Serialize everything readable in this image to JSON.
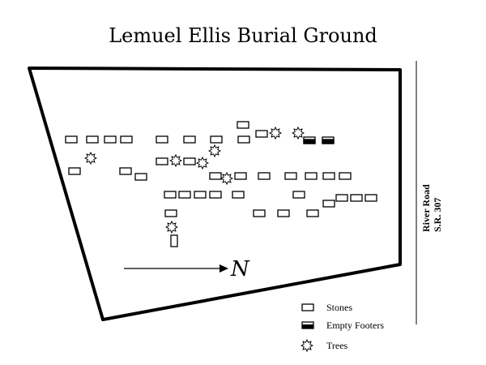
{
  "title": "Lemuel Ellis Burial Ground",
  "road": {
    "line1": "River Road",
    "line2": "S.R. 307"
  },
  "north_label": "N",
  "legend": [
    {
      "key": "stone",
      "label": "Stones"
    },
    {
      "key": "footer",
      "label": "Empty Footers"
    },
    {
      "key": "tree",
      "label": "Trees"
    }
  ],
  "colors": {
    "ink": "#000000",
    "background": "#ffffff"
  },
  "icons": {
    "stone": "stone-marker",
    "footer": "empty-footer-marker",
    "tree": "tree-star-icon"
  }
}
